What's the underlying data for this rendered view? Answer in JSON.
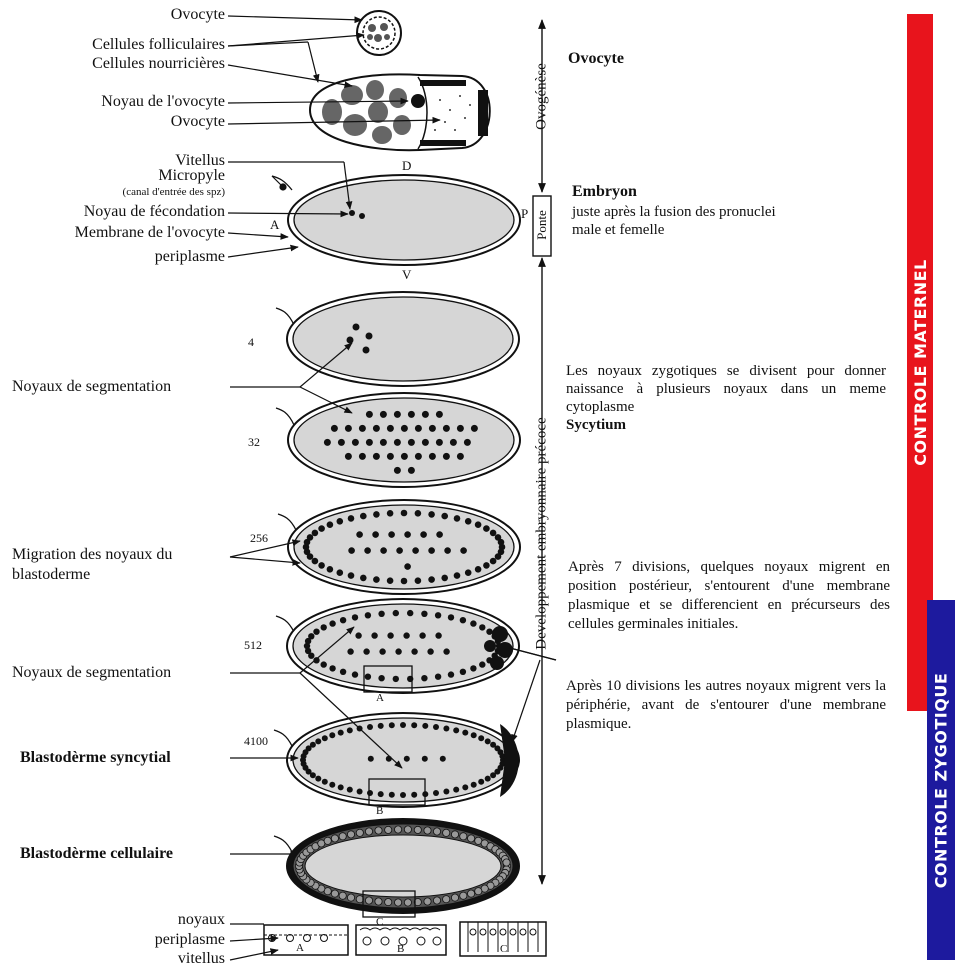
{
  "labels": {
    "ovocyte_top": "Ovocyte",
    "cellules_folliculaires": "Cellules folliculaires",
    "cellules_nourricieres": "Cellules nourricières",
    "noyau_ovocyte": "Noyau de l'ovocyte",
    "ovocyte_2": "Ovocyte",
    "vitellus": "Vitellus",
    "micropyle": "Micropyle",
    "canal_note": "(canal d'entrée des spz)",
    "noyau_fecondation": "Noyau de fécondation",
    "membrane_ovocyte": "Membrane de l'ovocyte",
    "periplasme": "periplasme",
    "noyaux_segmentation_1": "Noyaux de segmentation",
    "migration_line1": "Migration des noyaux du",
    "migration_line2": "blastoderme",
    "noyaux_segmentation_2": "Noyaux de segmentation",
    "blastoderme_syncytial": "Blastodèrme syncytial",
    "blastoderme_cellulaire": "Blastodèrme cellulaire",
    "detail_noyaux": "noyaux",
    "detail_periplasme": "periplasme",
    "detail_vitellus": "vitellus"
  },
  "axis_letters": {
    "D": "D",
    "A": "A",
    "P": "P",
    "V": "V"
  },
  "box_letters": {
    "A_512": "A",
    "B_4100": "B",
    "C_cell": "C",
    "detail_A": "A",
    "detail_B": "B",
    "detail_C": "C"
  },
  "counts": {
    "c4": "4",
    "c32": "32",
    "c256": "256",
    "c512": "512",
    "c4100": "4100"
  },
  "timeline": {
    "ovogenese": "Ovogénèse",
    "ponte": "Ponte",
    "developpement": "Developpement embryonnaire précoce"
  },
  "right_text": {
    "ovocyte": "Ovocyte",
    "embryon_title": "Embryon",
    "embryon_l1": "juste après la fusion des pronuclei",
    "embryon_l2": "male et femelle",
    "syncytium_p1": "Les noyaux zygotiques se divisent pour donner naissance à plusieurs noyaux dans un meme cytoplasme",
    "syncytium_bold": "Sycytium",
    "germinal_p": "Après 7 divisions, quelques noyaux migrent en position postérieur, s'entourent d'une membrane plasmique et se differencient en précurseurs des cellules germinales initiales.",
    "peripherie_p": "Après 10 divisions les autres noyaux migrent vers la périphérie, avant de s'entourer d'une membrane plasmique."
  },
  "bars": {
    "maternel": "CONTROLE MATERNEL",
    "zygotique": "CONTROLE ZYGOTIQUE"
  },
  "colors": {
    "maternel": "#e8141c",
    "zygotique": "#1d1a9e",
    "cytoplasm": "#d6d6d6",
    "nucleus": "#111111"
  }
}
